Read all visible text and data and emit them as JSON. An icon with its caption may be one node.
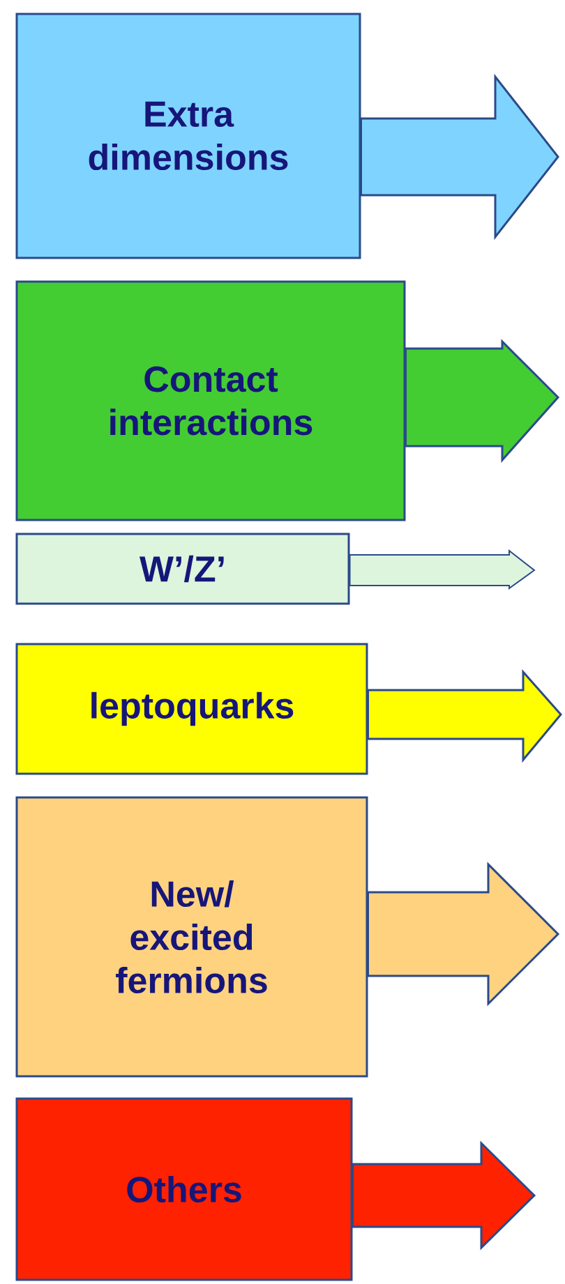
{
  "diagram": {
    "nodes": [
      {
        "text": [
          "Extra dimensions"
        ]
      },
      {
        "text": [
          "Contact interactions"
        ]
      },
      {
        "text": [
          "W’/Z’"
        ]
      },
      {
        "text": [
          "leptoquarks"
        ]
      },
      {
        "text": [
          "New/ excited fermions"
        ]
      },
      {
        "text": [
          "Others"
        ]
      }
    ],
    "edges": [
      {
        "from": 0,
        "to": null,
        "arrow": "to"
      },
      {
        "from": 1,
        "to": null,
        "arrow": "to"
      },
      {
        "from": 2,
        "to": null,
        "arrow": "to"
      },
      {
        "from": 3,
        "to": null,
        "arrow": "to"
      },
      {
        "from": 4,
        "to": null,
        "arrow": "to"
      },
      {
        "from": 5,
        "to": null,
        "arrow": "to"
      }
    ]
  }
}
